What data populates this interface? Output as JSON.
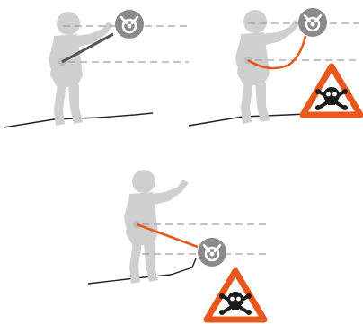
{
  "colors": {
    "figure": "#cfcfcf",
    "anchor_point": "#bdbdbd",
    "device": "#8a8a8a",
    "lanyard_ok": "#555555",
    "lanyard_danger": "#e8581c",
    "warning_fill": "#ffffff",
    "warning_border": "#e8581c",
    "skull": "#1a1a1a",
    "dashed_line": "#a0a0a0",
    "ground": "#222222"
  },
  "icons": {
    "device": "fall-arrest-device-icon",
    "warning": "skull-warning-icon"
  },
  "panels": [
    {
      "id": "top-left",
      "lanyard_state": "straight-correct",
      "warning": false
    },
    {
      "id": "top-right",
      "lanyard_state": "sagging-incorrect",
      "warning": true
    },
    {
      "id": "bottom",
      "lanyard_state": "device-below-anchor-incorrect",
      "warning": true
    }
  ]
}
